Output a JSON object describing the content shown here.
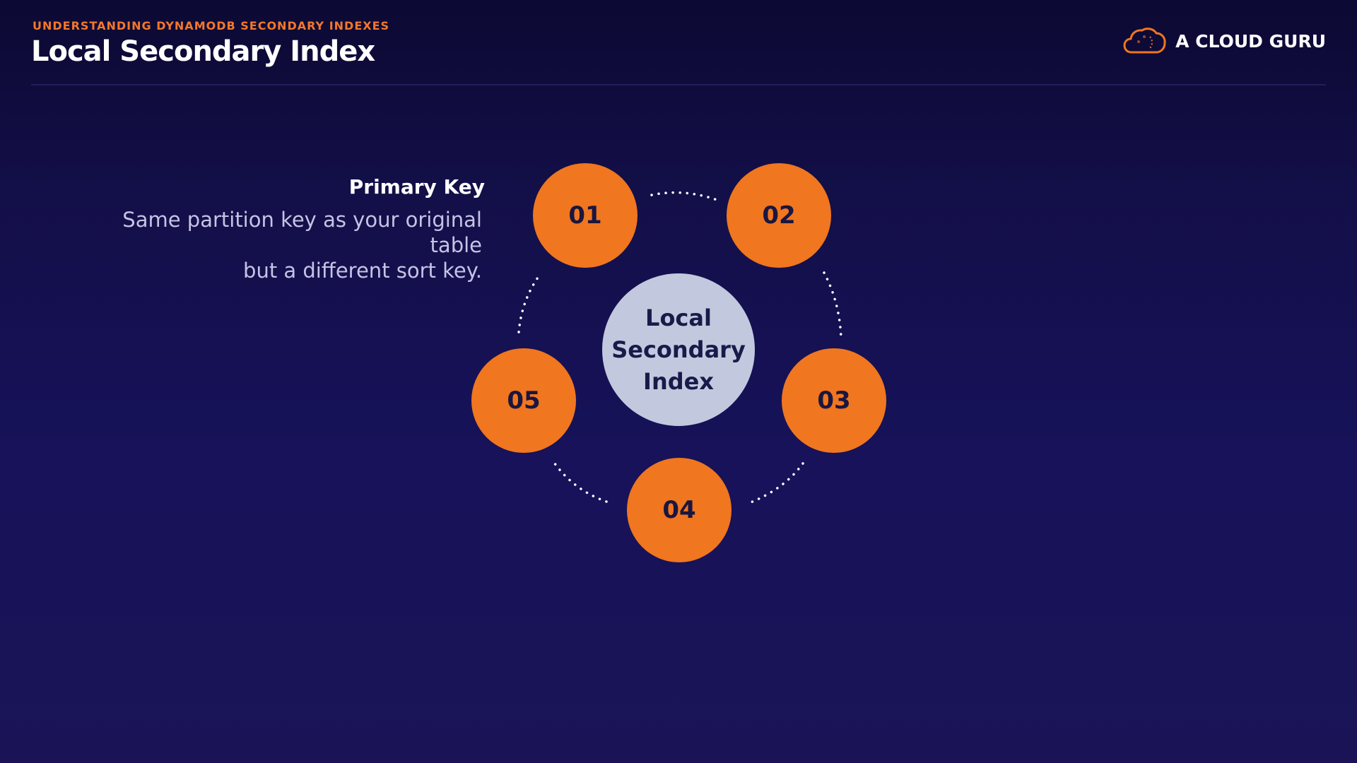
{
  "header": {
    "subtitle": "UNDERSTANDING DYNAMODB SECONDARY INDEXES",
    "title": "Local Secondary Index",
    "brand": "A CLOUD GURU"
  },
  "description": {
    "heading": "Primary Key",
    "line1": "Same partition key as your original table",
    "line2": "but a different sort key."
  },
  "diagram": {
    "center_line1": "Local",
    "center_line2": "Secondary",
    "center_line3": "Index",
    "nodes": [
      "01",
      "02",
      "03",
      "04",
      "05"
    ]
  },
  "colors": {
    "accent": "#f0761f",
    "center_fill": "#c2c9de",
    "background": "#130f48"
  },
  "icons": {
    "brand_logo": "cloud-icon"
  }
}
